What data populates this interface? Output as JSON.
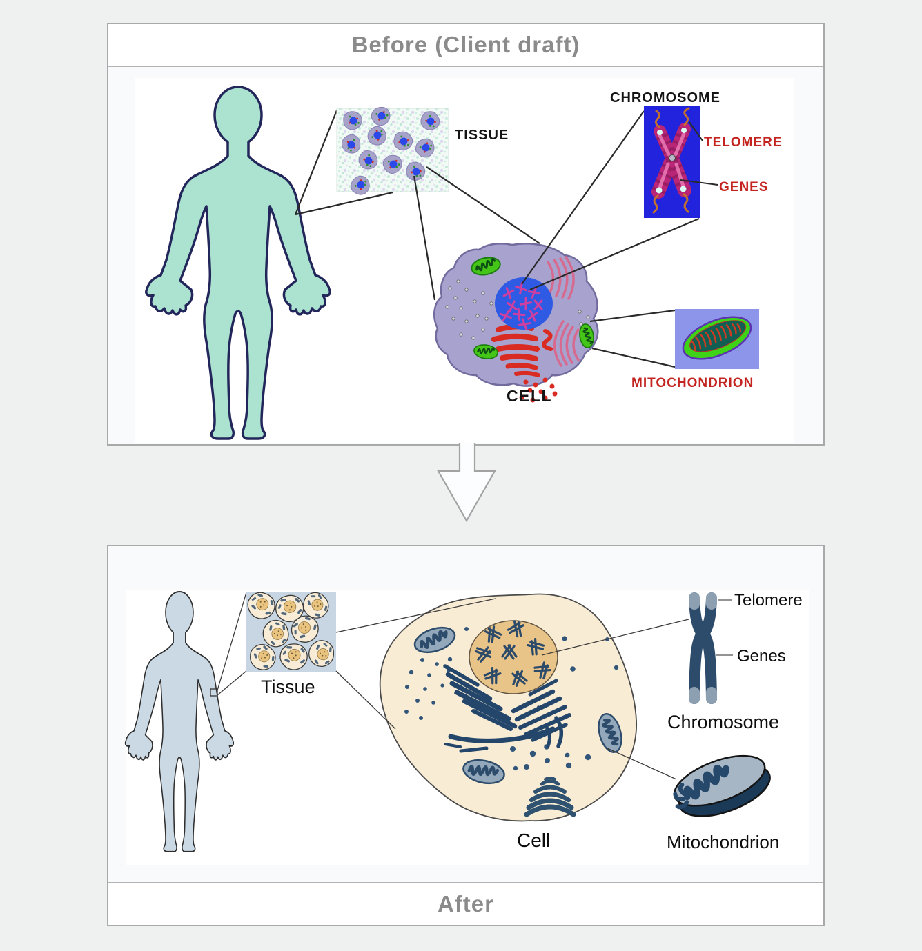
{
  "before": {
    "title": "Before (Client draft)",
    "labels": {
      "tissue": "TISSUE",
      "chromosome": "CHROMOSOME",
      "telomere": "TELOMERE",
      "genes": "GENES",
      "cell": "CELL",
      "mitochondrion": "MITOCHONDRION"
    },
    "style": {
      "red_label_color": "#c42420",
      "black_label_color": "#141414",
      "body_fill": "#abe3d0",
      "chromosome_box_blue": "#2123dd",
      "mitochondrion_box_blue": "#8c95e9",
      "cell_fill": "#a8a2ce",
      "nucleus_fill": "#2e5ae4"
    }
  },
  "after": {
    "title": "After",
    "labels": {
      "tissue": "Tissue",
      "telomere": "Telomere",
      "genes": "Genes",
      "chromosome": "Chromosome",
      "cell": "Cell",
      "mitochondrion": "Mitochondrion"
    },
    "style": {
      "label_color": "#0d0d0d",
      "navy": "#2d4b6b",
      "body_fill": "#cbd9e4",
      "tissue_fill": "#c7d6e2",
      "cell_fill": "#f9ecd5",
      "nucleus_fill": "#e9c488"
    }
  },
  "header_text_color": "#8b8b8b"
}
